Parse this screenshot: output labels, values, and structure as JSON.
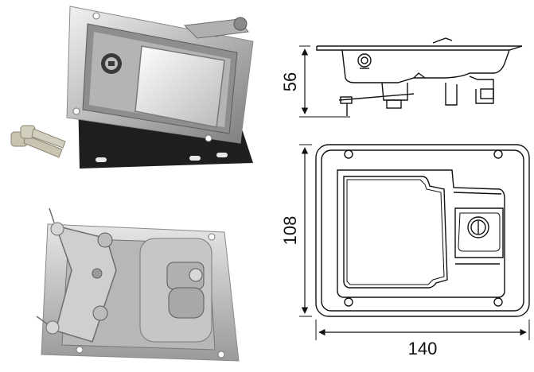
{
  "dimensions": {
    "height_side": "56",
    "height_front": "108",
    "width_front": "140"
  },
  "colors": {
    "steel_light": "#d9d9d9",
    "steel_mid": "#a9a9a9",
    "steel_dark": "#6e6e6e",
    "gasket": "#1e1e1e",
    "key_brass": "#c9c4b1",
    "line": "#111111"
  }
}
